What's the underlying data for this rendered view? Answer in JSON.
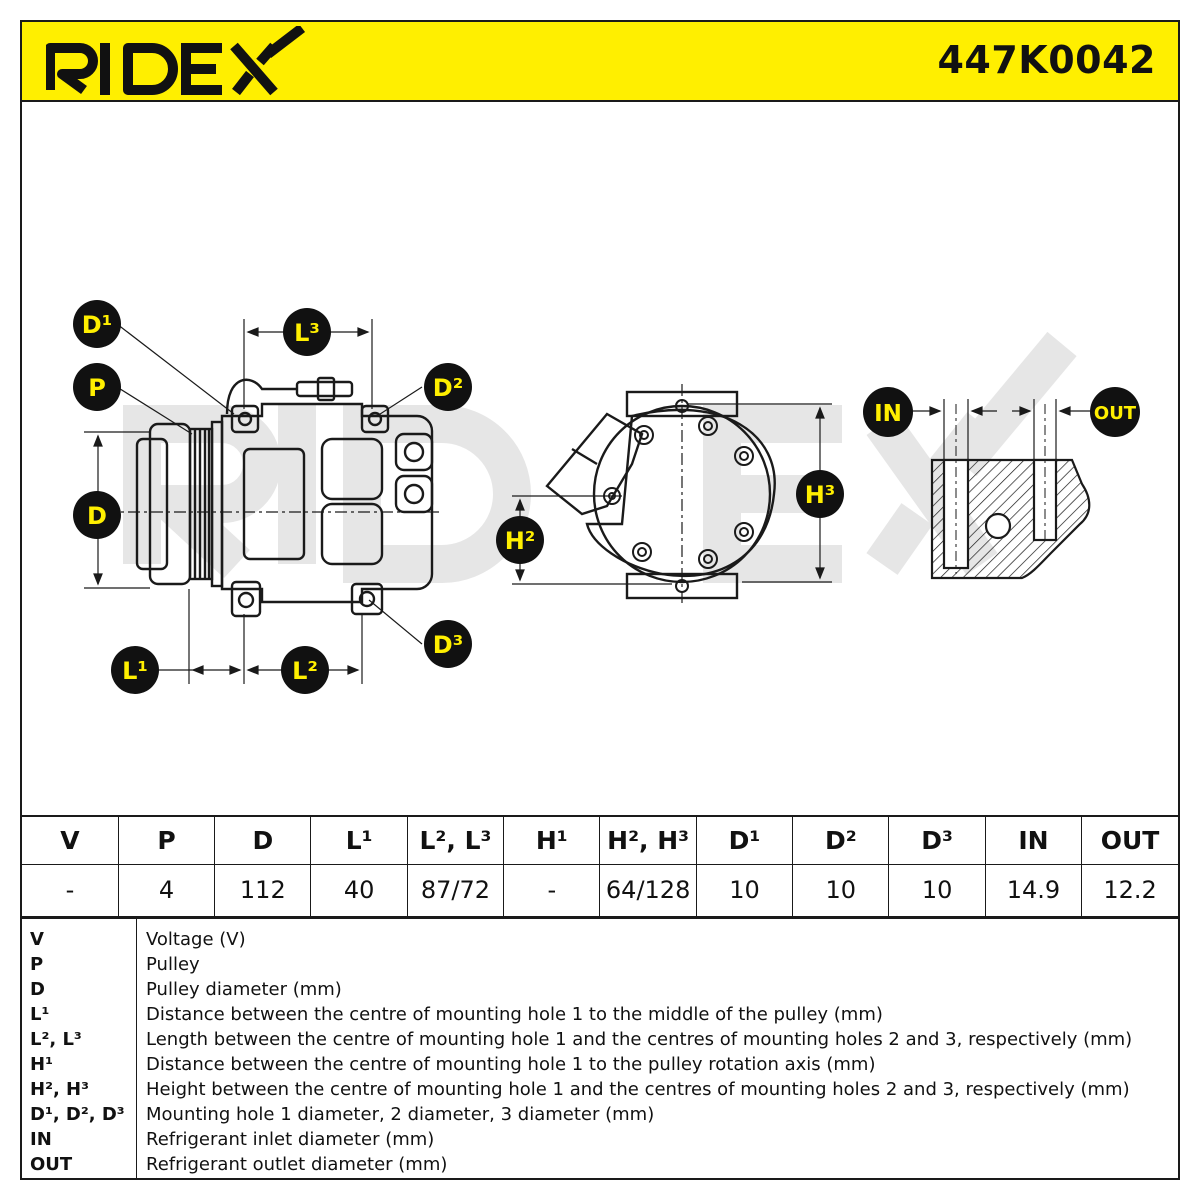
{
  "brand": {
    "name": "RIDEX"
  },
  "part_number": "447K0042",
  "diagram_labels": {
    "d1": "D¹",
    "p": "P",
    "d": "D",
    "l1": "L¹",
    "l2": "L²",
    "l3": "L³",
    "d2": "D²",
    "d3": "D³",
    "h2": "H²",
    "h3": "H³",
    "in": "IN",
    "out": "OUT"
  },
  "spec_table": {
    "headers": [
      "V",
      "P",
      "D",
      "L¹",
      "L², L³",
      "H¹",
      "H², H³",
      "D¹",
      "D²",
      "D³",
      "IN",
      "OUT"
    ],
    "values": [
      "-",
      "4",
      "112",
      "40",
      "87/72",
      "-",
      "64/128",
      "10",
      "10",
      "10",
      "14.9",
      "12.2"
    ]
  },
  "legend": [
    {
      "key": "V",
      "desc": "Voltage (V)"
    },
    {
      "key": "P",
      "desc": "Pulley"
    },
    {
      "key": "D",
      "desc": "Pulley diameter (mm)"
    },
    {
      "key": "L¹",
      "desc": "Distance between the centre of mounting hole 1 to the middle of the pulley (mm)"
    },
    {
      "key": "L², L³",
      "desc": "Length between the centre of mounting hole 1 and the centres of mounting holes 2 and 3, respectively (mm)"
    },
    {
      "key": "H¹",
      "desc": "Distance between the centre of mounting hole 1 to the pulley rotation axis (mm)"
    },
    {
      "key": "H², H³",
      "desc": "Height between the centre of mounting hole 1 and the centres of mounting holes 2 and 3, respectively (mm)"
    },
    {
      "key": "D¹, D², D³",
      "desc": "Mounting hole 1 diameter, 2 diameter, 3 diameter (mm)"
    },
    {
      "key": "IN",
      "desc": "Refrigerant inlet diameter (mm)"
    },
    {
      "key": "OUT",
      "desc": "Refrigerant outlet diameter (mm)"
    }
  ],
  "colors": {
    "brand_yellow": "#ffef00",
    "ink": "#1a1a1a",
    "watermark": "#e6e6e6"
  }
}
